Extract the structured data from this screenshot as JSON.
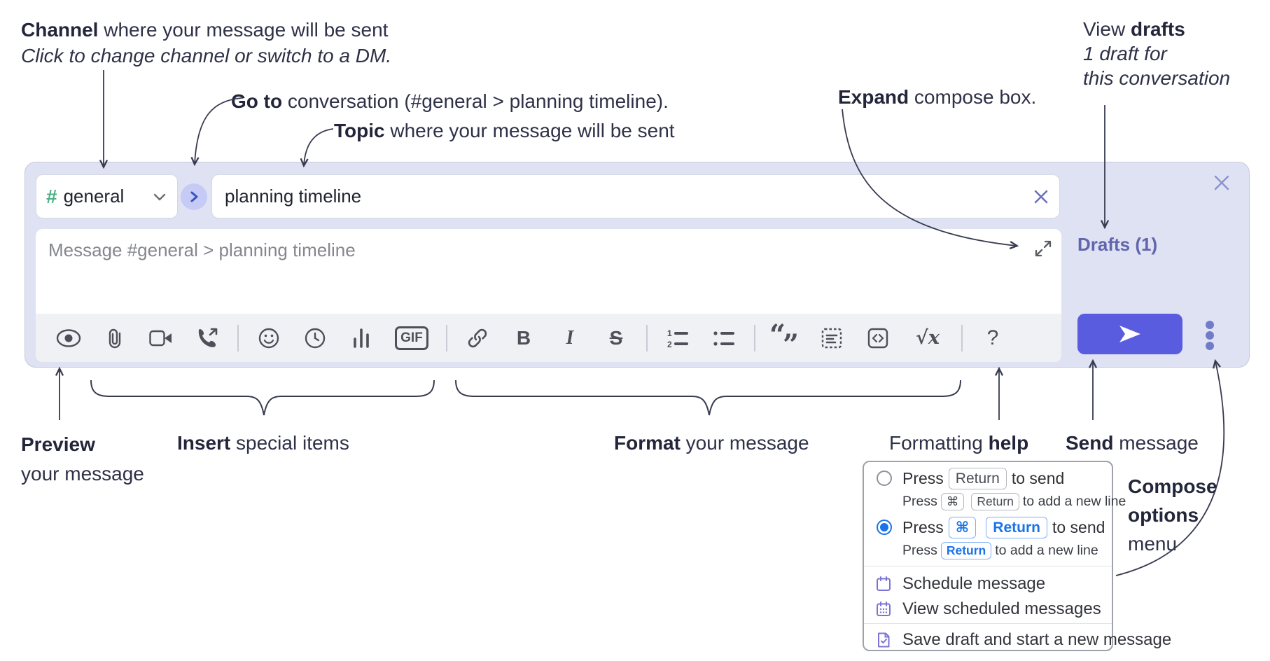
{
  "annotations": {
    "channel_note": {
      "bold": "Channel",
      "rest": " where your message will be sent",
      "subline": "Click to change channel or switch to a DM."
    },
    "goto_note": {
      "bold": "Go to",
      "rest": " conversation (#general > planning timeline)."
    },
    "topic_note": {
      "bold": "Topic",
      "rest": " where your message will be sent"
    },
    "expand_note": {
      "bold": "Expand",
      "rest": " compose box."
    },
    "drafts_note": {
      "pre": "View ",
      "bold": "drafts",
      "line2": "1 draft for",
      "line3": "this conversation"
    },
    "preview_note": {
      "bold": "Preview",
      "line2": "your message"
    },
    "insert_note": {
      "bold": "Insert",
      "rest": " special items"
    },
    "format_note": {
      "bold": "Format",
      "rest": " your message"
    },
    "help_note": {
      "pre": "Formatting ",
      "bold": "help"
    },
    "send_note": {
      "bold": "Send",
      "rest": " message"
    },
    "compose_options_note": {
      "line1": "Compose",
      "line2": "options",
      "line3": "menu"
    }
  },
  "compose": {
    "channel": {
      "hash": "#",
      "name": "general"
    },
    "topic_value": "planning timeline",
    "message_placeholder": "Message #general > planning timeline",
    "drafts_link": "Drafts (1)",
    "toolbar": {
      "bold": "B",
      "italic": "I",
      "strike": "S",
      "gif": "GIF",
      "math": "√x",
      "help": "?",
      "quote_open": "“",
      "quote_close": "”",
      "icon_names": [
        "preview-eye",
        "attach-paperclip",
        "video-camera",
        "phone-call",
        "emoji-smiley",
        "clock",
        "poll-bar-chart",
        "gif",
        "link",
        "bold",
        "italic",
        "strikethrough",
        "ordered-list",
        "bulleted-list",
        "blockquote",
        "code-block",
        "inline-code",
        "formula",
        "formatting-help"
      ]
    }
  },
  "options_menu": {
    "send_options": [
      {
        "selected": false,
        "main_pre": "Press",
        "main_keys": [
          "Return"
        ],
        "main_post": "to send",
        "sub_pre": "Press",
        "sub_keys": [
          "⌘",
          "Return"
        ],
        "sub_post": "to add a new line"
      },
      {
        "selected": true,
        "main_pre": "Press",
        "main_keys": [
          "⌘",
          "Return"
        ],
        "main_post": "to send",
        "sub_pre": "Press",
        "sub_keys": [
          "Return"
        ],
        "sub_post": "to add a new line"
      }
    ],
    "items": [
      {
        "label": "Schedule message"
      },
      {
        "label": "View scheduled messages"
      },
      {
        "label": "Save draft and start a new message"
      }
    ]
  },
  "colors": {
    "panel_bg": "#dfe2f3",
    "send_accent": "#5a5ce0",
    "drafts_link": "#6065ad",
    "selected_radio": "#1a73e8",
    "menu_icon_purple": "#7b74d6",
    "hash_green": "#4fae85",
    "annotation_ink": "#2e3147"
  }
}
